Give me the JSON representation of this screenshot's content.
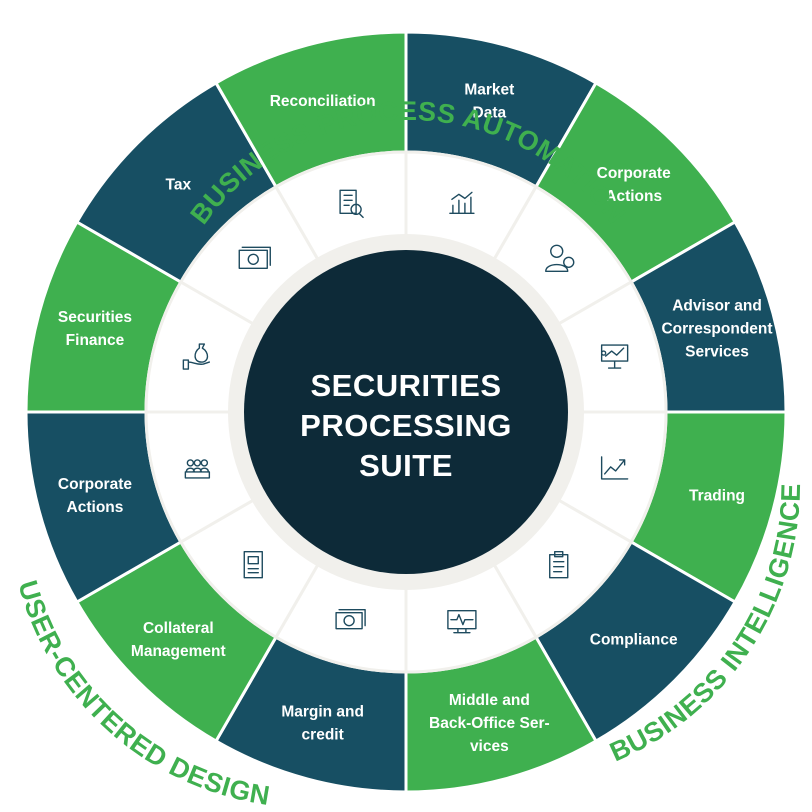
{
  "colors": {
    "dark": "#174f63",
    "green": "#3fb04f",
    "icon_ring": "#ffffff",
    "gap": "#f1f0ec",
    "center": "#0d2a38",
    "outer_ring": "#ffffff",
    "ring_text": "#3fb04f"
  },
  "center": {
    "line1": "SECURITIES",
    "line2": "PROCESSING",
    "line3": "SUITE"
  },
  "ring_labels": {
    "top": "BUSINESS PROCESS AUTOMATION",
    "right": "BUSINESS INTELLIGENCE",
    "left": "USER-CENTERED DESIGN"
  },
  "segments": [
    {
      "lines": [
        "Market",
        "Data"
      ],
      "color": "dark",
      "icon": "bar-chart-icon"
    },
    {
      "lines": [
        "Corporate",
        "Actions"
      ],
      "color": "green",
      "icon": "person-dollar-icon"
    },
    {
      "lines": [
        "Advisor and",
        "Correspondent",
        "Services"
      ],
      "color": "dark",
      "icon": "presentation-icon"
    },
    {
      "lines": [
        "Trading"
      ],
      "color": "green",
      "icon": "trend-line-icon"
    },
    {
      "lines": [
        "Compliance"
      ],
      "color": "dark",
      "icon": "clipboard-icon"
    },
    {
      "lines": [
        "Middle and",
        "Back-Office Ser-",
        "vices"
      ],
      "color": "green",
      "icon": "monitor-pulse-icon"
    },
    {
      "lines": [
        "Margin and",
        "credit"
      ],
      "color": "dark",
      "icon": "banknote-stack-icon"
    },
    {
      "lines": [
        "Collateral",
        "Management"
      ],
      "color": "green",
      "icon": "document-icon"
    },
    {
      "lines": [
        "Corporate",
        "Actions"
      ],
      "color": "dark",
      "icon": "meeting-icon"
    },
    {
      "lines": [
        "Securities",
        "Finance"
      ],
      "color": "green",
      "icon": "money-bag-hand-icon"
    },
    {
      "lines": [
        "Tax"
      ],
      "color": "dark",
      "icon": "dollar-bill-icon"
    },
    {
      "lines": [
        "Reconciliation"
      ],
      "color": "green",
      "icon": "report-search-icon"
    }
  ]
}
